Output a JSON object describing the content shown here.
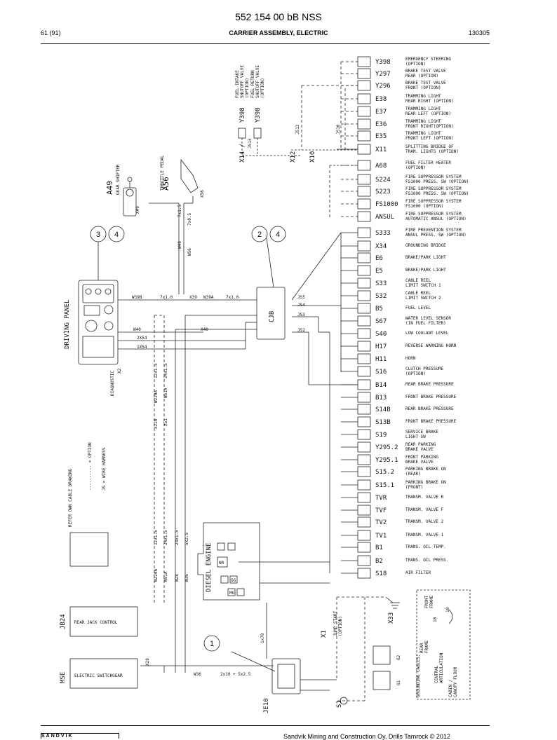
{
  "header": {
    "doc_title": "552 154 00 bB NSS",
    "page": "61 (91)",
    "section": "CARRIER ASSEMBLY, ELECTRIC",
    "code": "130305"
  },
  "footer": {
    "logo": "SANDVIK",
    "company": "Sandvik Mining and Construction Oy, Drills Tamrock © 2012"
  },
  "callouts": [
    "3",
    "4",
    "2",
    "4",
    "1"
  ],
  "right_components": [
    {
      "code": "Y398",
      "desc": "EMERGENCY STEERING|(OPTION)",
      "option": true
    },
    {
      "code": "Y297",
      "desc": "BRAKE TEST VALVE|REAR (OPTION)",
      "option": true
    },
    {
      "code": "Y296",
      "desc": "BRAKE TEST VALVE|FRONT (OPTION)",
      "option": true
    },
    {
      "code": "E38",
      "desc": "TRAMMING LIGHT|REAR RIGHT (OPTION)",
      "option": true
    },
    {
      "code": "E37",
      "desc": "TRAMMING LIGHT|REAR LEFT (OPTION)",
      "option": true
    },
    {
      "code": "E36",
      "desc": "TRAMMING LIGHT|FRONT RIGHT(OPTION)",
      "option": true
    },
    {
      "code": "E35",
      "desc": "TRAMMING LIGHT|FRONT LEFT (OPTION)",
      "option": true
    },
    {
      "code": "X11",
      "desc": "SPLITTING BRIDGE OF|TRAM. LIGHTS (OPTION)",
      "option": true
    },
    {
      "code": "A68",
      "desc": "FUEL FILTER HEATER|(OPTION)",
      "option": true
    },
    {
      "code": "S224",
      "desc": "FIRE SUPPRESSOR SYSTEM|FS1000 PRESS. SW (OPTION)",
      "option": true
    },
    {
      "code": "S223",
      "desc": "FIRE SUPPRESSOR SYSTEM|FS1000 PRESS. SW (OPTION)",
      "option": true
    },
    {
      "code": "FS1000",
      "desc": "FIRE SUPPRESSOR SYSTEM|FS1000 (OPTION)",
      "option": true
    },
    {
      "code": "ANSUL",
      "desc": "FIRE SUPPRESSOR SYSTEM|AUTOMATIC ANSUL (OPTION)",
      "option": true
    },
    {
      "code": "S333",
      "desc": "FIRE PREVENTION SYSTEM|ANSUL PRESS. SW (OPTION)",
      "option": false
    },
    {
      "code": "X34",
      "desc": "GROUNDING BRIDGE",
      "option": false
    },
    {
      "code": "E6",
      "desc": "BRAKE/PARK LIGHT",
      "option": false
    },
    {
      "code": "E5",
      "desc": "BRAKE/PARK LIGHT",
      "option": false
    },
    {
      "code": "S33",
      "desc": "CABLE REEL|LIMIT SWITCH 1",
      "option": false
    },
    {
      "code": "S32",
      "desc": "CABLE REEL|LIMIT SWITCH 2",
      "option": false
    },
    {
      "code": "B5",
      "desc": "FUEL LEVEL",
      "option": false
    },
    {
      "code": "S67",
      "desc": "WATER LEVEL SENSOR|(IN FUEL FILTER)",
      "option": false
    },
    {
      "code": "S40",
      "desc": "LOW COOLANT LEVEL",
      "option": false
    },
    {
      "code": "H17",
      "desc": "REVERSE WARNING HORN",
      "option": false
    },
    {
      "code": "H11",
      "desc": "HORN",
      "option": false
    },
    {
      "code": "S16",
      "desc": "CLUTCH PRESSURE|(OPTION)",
      "option": false
    },
    {
      "code": "B14",
      "desc": "REAR BRAKE PRESSURE",
      "option": false
    },
    {
      "code": "B13",
      "desc": "FRONT BRAKE PRESSURE",
      "option": false
    },
    {
      "code": "S14B",
      "desc": "REAR BRAKE PRESSURE",
      "option": false
    },
    {
      "code": "S13B",
      "desc": "FRONT BRAKE PRESSURE",
      "option": false
    },
    {
      "code": "S19",
      "desc": "SERVICE BRAKE|LIGHT SW",
      "option": false
    },
    {
      "code": "Y295.2",
      "desc": "REAR PARKING|BRAKE VALVE",
      "option": false
    },
    {
      "code": "Y295.1",
      "desc": "FRONT PARKING|BRAKE VALVE",
      "option": false
    },
    {
      "code": "S15.2",
      "desc": "PARKING BRAKE ON|(REAR)",
      "option": false
    },
    {
      "code": "S15.1",
      "desc": "PARKING BRAKE ON|(FRONT)",
      "option": false
    },
    {
      "code": "TVR",
      "desc": "TRANSM. VALVE R",
      "option": false
    },
    {
      "code": "TVF",
      "desc": "TRANSM. VALVE F",
      "option": false
    },
    {
      "code": "TV2",
      "desc": "TRANSM. VALVE 2",
      "option": false
    },
    {
      "code": "TV1",
      "desc": "TRANSM. VALVE 1",
      "option": false
    },
    {
      "code": "B1",
      "desc": "TRANS. OIL TEMP.",
      "option": false
    },
    {
      "code": "B2",
      "desc": "TRANS. OIL PRESS.",
      "option": false
    },
    {
      "code": "S18",
      "desc": "AIR FILTER",
      "option": false
    }
  ],
  "left_labels": {
    "a49": "A49",
    "gear_shifter": "GEAR SHIFTER",
    "a56": "A56",
    "throttle_pedal": "THROTTLE PEDAL",
    "x49": "X49",
    "x56": "X56",
    "w49": "W49",
    "w56": "W56",
    "cable_7x1_5": "7x1.5",
    "cable_7x0_5": "7x0.5",
    "driving_panel": "DRIVING PANEL",
    "w39b": "W39B",
    "cable_7x1_0a": "7x1.0",
    "x39": "X39",
    "w39a": "W39A",
    "cable_7x1_0b": "7x1.0",
    "w40": "W40",
    "x40": "X40",
    "x54": "2X54",
    "x54b": "1X54",
    "diagnostic": "DIAGNOSTIC",
    "x2": "X2",
    "cjb": "CJB",
    "js5": "JS5",
    "js4": "JS4",
    "js3": "JS3",
    "js2": "JS2",
    "fuel_shutoff": "FUEL INTAKE|SHUTOFF VALVE|(OPTION)",
    "fuel_return": "FUEL RETURN|SHUTOFF VALVE|(OPTION)",
    "y398a": "Y398",
    "y398b": "Y398",
    "x14": "X14 /",
    "js13": "JS13",
    "x12": "X12",
    "js12": "JS12",
    "x10": "X10",
    "js10": "JS10",
    "w220a_top": "W220A",
    "c12x1_5": "12x1.5",
    "w51a_top": "W51A",
    "c24x1_5": "24x1.5",
    "x220": "X220",
    "x51": "X51",
    "refer_own": "REFER OWN CABLE DRAWING",
    "option_legend": "---------- = OPTION",
    "js_legend": "JS = WIRE HARNESS",
    "diesel_engine": "DIESEL ENGINE",
    "w220a_bot": "W220A",
    "w51a_bot": "W51A",
    "w28": "W28",
    "w36": "W36",
    "c12x1_5b": "12x1.5",
    "c24x1_5b": "24x1.5",
    "c24x1_5c": "24x1.5",
    "c5x2_5a": "5x2.5",
    "nr": "NR",
    "gg": "GG",
    "mg": "MG",
    "jb24": "JB24",
    "rear_jack": "REAR JACK CONTROL",
    "mse": "MSE",
    "electric_switchgear": "ELECTRIC SWITCHGEAR",
    "x28": "X28",
    "w36b": "W36",
    "c2x10": "2x10 + 5x2.5",
    "c1x70": "1x70",
    "je10": "JE10",
    "x1": "X1",
    "jump_start": "JUMP START|(OPTION)",
    "s1": "S1",
    "x33": "X33",
    "g1": "G1",
    "g2": "G2",
    "front_frame": "FRONT|FRAME",
    "rear_frame": "REAR|FRAME",
    "ten_a": "10",
    "ten_b": "10",
    "grounding_cables": "GROUNDING CABLES:",
    "central_art": "CENTRAL|ARTICULATION",
    "cabin_canopy": "CABIN /|CANOPY FLOOR"
  }
}
